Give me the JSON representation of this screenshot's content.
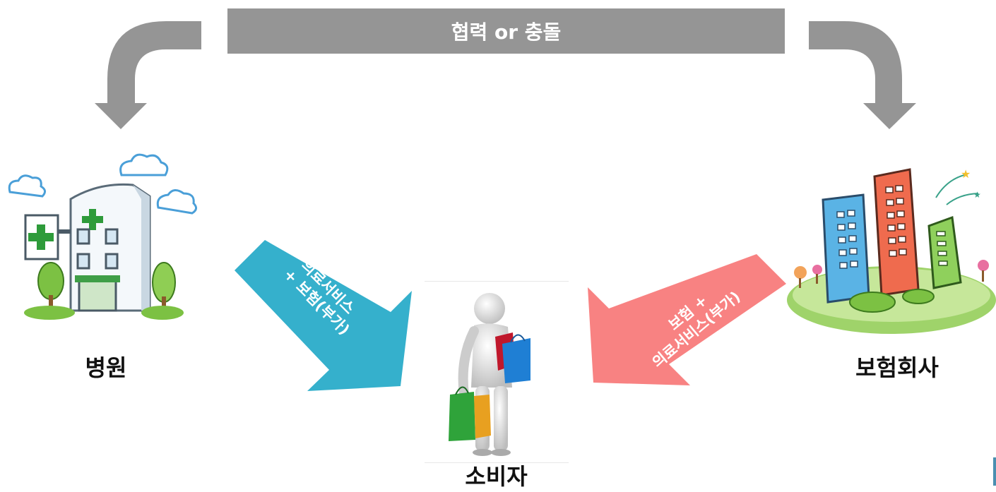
{
  "top_bar": {
    "label": "협력 or 충돌"
  },
  "nodes": {
    "hospital": {
      "label": "병원"
    },
    "insurer": {
      "label": "보험회사"
    },
    "consumer": {
      "label": "소비자"
    }
  },
  "arrows": {
    "hospital_to_consumer": {
      "line1": "의료서비스",
      "line2": "+ 보험(부가)",
      "color": "#35b0cc"
    },
    "insurer_to_consumer": {
      "line1": "보험 +",
      "line2": "의료서비스(부가)",
      "color": "#f88282"
    }
  },
  "colors": {
    "bar": "#959595",
    "curved_arrows": "#959595"
  }
}
